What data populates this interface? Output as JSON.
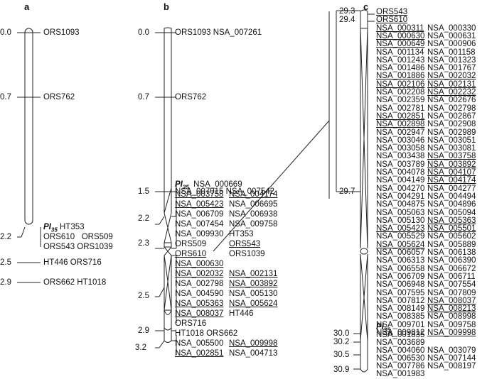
{
  "panels": {
    "a": {
      "label": "a",
      "positions": [
        "0.0",
        "0.7",
        "2.2",
        "2.5",
        "2.9"
      ],
      "markers": [
        {
          "text": "ORS1093",
          "underline": []
        },
        {
          "text": "ORS762",
          "underline": []
        },
        {
          "text": "HT353",
          "pi": true
        },
        {
          "text": "ORS610   ORS509"
        },
        {
          "text": "ORS543 ORS1039"
        },
        {
          "text": "HT446 ORS716"
        },
        {
          "text": "ORS662 HT1018"
        }
      ],
      "pi_label": "PI",
      "pi_sub": "35"
    },
    "b": {
      "label": "b",
      "positions": [
        "0.0",
        "0.7",
        "1.5",
        "2.2",
        "2.3",
        "2.5",
        "2.9",
        "3.2"
      ],
      "rows": [
        [
          {
            "t": "ORS1093 NSA_007261",
            "u": false
          }
        ],
        [
          {
            "t": "ORS762",
            "u": false
          }
        ],
        [
          {
            "t": "NSA_007015 NSA_007542",
            "u": false
          }
        ],
        [
          {
            "t": "NSA_000669",
            "u": false
          }
        ],
        [
          {
            "t": "NSA_003758",
            "u": true
          },
          {
            "t": "NSA_004174",
            "u": true
          }
        ],
        [
          {
            "t": "NSA_005423",
            "u": true
          },
          {
            "t": "NSA_006695",
            "u": false
          }
        ],
        [
          {
            "t": "NSA_006709",
            "u": false
          },
          {
            "t": "NSA_006938",
            "u": false
          }
        ],
        [
          {
            "t": "NSA_007454",
            "u": false
          },
          {
            "t": "NSA_009758",
            "u": false
          }
        ],
        [
          {
            "t": "NSA_009930",
            "u": false
          },
          {
            "t": "HT353",
            "u": false
          }
        ],
        [
          {
            "t": "ORS509",
            "u": false
          },
          {
            "t": "ORS543",
            "u": true
          }
        ],
        [
          {
            "t": "ORS610",
            "u": true
          },
          {
            "t": "ORS1039",
            "u": false
          }
        ],
        [
          {
            "t": "NSA_000630",
            "u": true
          }
        ],
        [
          {
            "t": "NSA_002032",
            "u": true
          },
          {
            "t": "NSA_002131",
            "u": true
          }
        ],
        [
          {
            "t": "NSA_002798",
            "u": false
          },
          {
            "t": "NSA_003892",
            "u": true
          }
        ],
        [
          {
            "t": "NSA_004590",
            "u": false
          },
          {
            "t": "NSA_005130",
            "u": false
          }
        ],
        [
          {
            "t": "NSA_005363",
            "u": true
          },
          {
            "t": "NSA_005624",
            "u": true
          }
        ],
        [
          {
            "t": "NSA_008037",
            "u": true
          },
          {
            "t": "HT446",
            "u": false
          }
        ],
        [
          {
            "t": "ORS716",
            "u": false
          }
        ],
        [
          {
            "t": "HT1018 ORS662",
            "u": false
          }
        ],
        [
          {
            "t": "NSA_005500",
            "u": false
          },
          {
            "t": "NSA_009998",
            "u": true
          }
        ],
        [
          {
            "t": "NSA_002851",
            "u": true
          },
          {
            "t": "NSA_004713",
            "u": false
          }
        ]
      ],
      "pi_label": "PI",
      "pi_sub": "35"
    },
    "c": {
      "label": "c",
      "positions": [
        "29.3",
        "29.4",
        "29.7",
        "30.0",
        "30.2",
        "30.5",
        "30.9"
      ],
      "rows": [
        [
          {
            "t": "ORS543",
            "u": true
          }
        ],
        [
          {
            "t": "ORS610",
            "u": true
          }
        ],
        [
          {
            "t": "NSA_000311",
            "u": true
          },
          {
            "t": "NSA_000330",
            "u": false
          }
        ],
        [
          {
            "t": "NSA_000630",
            "u": true
          },
          {
            "t": "NSA_000631",
            "u": false
          }
        ],
        [
          {
            "t": "NSA_000649",
            "u": true
          },
          {
            "t": "NSA_000906",
            "u": false
          }
        ],
        [
          {
            "t": "NSA_001134",
            "u": false
          },
          {
            "t": "NSA_001158",
            "u": false
          }
        ],
        [
          {
            "t": "NSA_001243",
            "u": false
          },
          {
            "t": "NSA_001323",
            "u": false
          }
        ],
        [
          {
            "t": "NSA_001486",
            "u": false
          },
          {
            "t": "NSA_001767",
            "u": false
          }
        ],
        [
          {
            "t": "NSA_001886",
            "u": true
          },
          {
            "t": "NSA_002032",
            "u": true
          }
        ],
        [
          {
            "t": "NSA_002106",
            "u": true
          },
          {
            "t": "NSA_002131",
            "u": true
          }
        ],
        [
          {
            "t": "NSA_002208",
            "u": false
          },
          {
            "t": "NSA_002232",
            "u": true
          }
        ],
        [
          {
            "t": "NSA_002359",
            "u": false
          },
          {
            "t": "NSA_002676",
            "u": false
          }
        ],
        [
          {
            "t": "NSA_002781",
            "u": false
          },
          {
            "t": "NSA_002798",
            "u": false
          }
        ],
        [
          {
            "t": "NSA_002851",
            "u": true
          },
          {
            "t": "NSA_002867",
            "u": false
          }
        ],
        [
          {
            "t": "NSA_002898",
            "u": true
          },
          {
            "t": "NSA_002908",
            "u": false
          }
        ],
        [
          {
            "t": "NSA_002947",
            "u": false
          },
          {
            "t": "NSA_002989",
            "u": false
          }
        ],
        [
          {
            "t": "NSA_003046",
            "u": false
          },
          {
            "t": "NSA_003051",
            "u": false
          }
        ],
        [
          {
            "t": "NSA_003058",
            "u": false
          },
          {
            "t": "NSA_003081",
            "u": false
          }
        ],
        [
          {
            "t": "NSA_003438",
            "u": false
          },
          {
            "t": "NSA_003758",
            "u": true
          }
        ],
        [
          {
            "t": "NSA_003789",
            "u": false
          },
          {
            "t": "NSA_003892",
            "u": true
          }
        ],
        [
          {
            "t": "NSA_004078",
            "u": false
          },
          {
            "t": "NSA_004107",
            "u": true
          }
        ],
        [
          {
            "t": "NSA_004149",
            "u": false
          },
          {
            "t": "NSA_004174",
            "u": true
          }
        ],
        [
          {
            "t": "NSA_004270",
            "u": false
          },
          {
            "t": "NSA_004277",
            "u": false
          }
        ],
        [
          {
            "t": "NSA_004291",
            "u": false
          },
          {
            "t": "NSA_004494",
            "u": false
          }
        ],
        [
          {
            "t": "NSA_004875",
            "u": false
          },
          {
            "t": "NSA_004896",
            "u": false
          }
        ],
        [
          {
            "t": "NSA_005063",
            "u": false
          },
          {
            "t": "NSA_005094",
            "u": false
          }
        ],
        [
          {
            "t": "NSA_005130",
            "u": false
          },
          {
            "t": "NSA_005363",
            "u": true
          }
        ],
        [
          {
            "t": "NSA_005423",
            "u": true
          },
          {
            "t": "NSA_005501",
            "u": true
          }
        ],
        [
          {
            "t": "NSA_005529",
            "u": false
          },
          {
            "t": "NSA_005602",
            "u": false
          }
        ],
        [
          {
            "t": "NSA_005624",
            "u": true
          },
          {
            "t": "NSA_005889",
            "u": false
          }
        ],
        [
          {
            "t": "NSA_006057",
            "u": false
          },
          {
            "t": "NSA_006138",
            "u": false
          }
        ],
        [
          {
            "t": "NSA_006313",
            "u": false
          },
          {
            "t": "NSA_006390",
            "u": false
          }
        ],
        [
          {
            "t": "NSA_006558",
            "u": false
          },
          {
            "t": "NSA_006672",
            "u": false
          }
        ],
        [
          {
            "t": "NSA_006709",
            "u": false
          },
          {
            "t": "NSA_006711",
            "u": false
          }
        ],
        [
          {
            "t": "NSA_006948",
            "u": false
          },
          {
            "t": "NSA_007554",
            "u": false
          }
        ],
        [
          {
            "t": "NSA_007595",
            "u": false
          },
          {
            "t": "NSA_007809",
            "u": false
          }
        ],
        [
          {
            "t": "NSA_007812",
            "u": false
          },
          {
            "t": "NSA_008037",
            "u": true
          }
        ],
        [
          {
            "t": "NSA_008149",
            "u": false
          },
          {
            "t": "NSA_008213",
            "u": true
          }
        ],
        [
          {
            "t": "NSA_008385",
            "u": false
          },
          {
            "t": "NSA_008998",
            "u": false
          }
        ],
        [
          {
            "t": "NSA_009701",
            "u": false
          },
          {
            "t": "NSA_009758",
            "u": false
          }
        ],
        [
          {
            "t": "NSA_009812",
            "u": false
          },
          {
            "t": "NSA_009998",
            "u": true
          }
        ],
        [
          {
            "t": "NSA_001835",
            "u": false
          }
        ],
        [
          {
            "t": "NSA_003689",
            "u": false
          }
        ],
        [
          {
            "t": "NSA_004060",
            "u": false
          },
          {
            "t": "NSA_003079",
            "u": false
          }
        ],
        [
          {
            "t": "NSA_006530",
            "u": false
          },
          {
            "t": "NSA_007144",
            "u": false
          }
        ],
        [
          {
            "t": "NSA_007786",
            "u": false
          },
          {
            "t": "NSA_008197",
            "u": false
          }
        ],
        [
          {
            "t": "NSA_001983",
            "u": false
          }
        ]
      ],
      "pi_label": "PI",
      "pi_sub": "35"
    }
  }
}
